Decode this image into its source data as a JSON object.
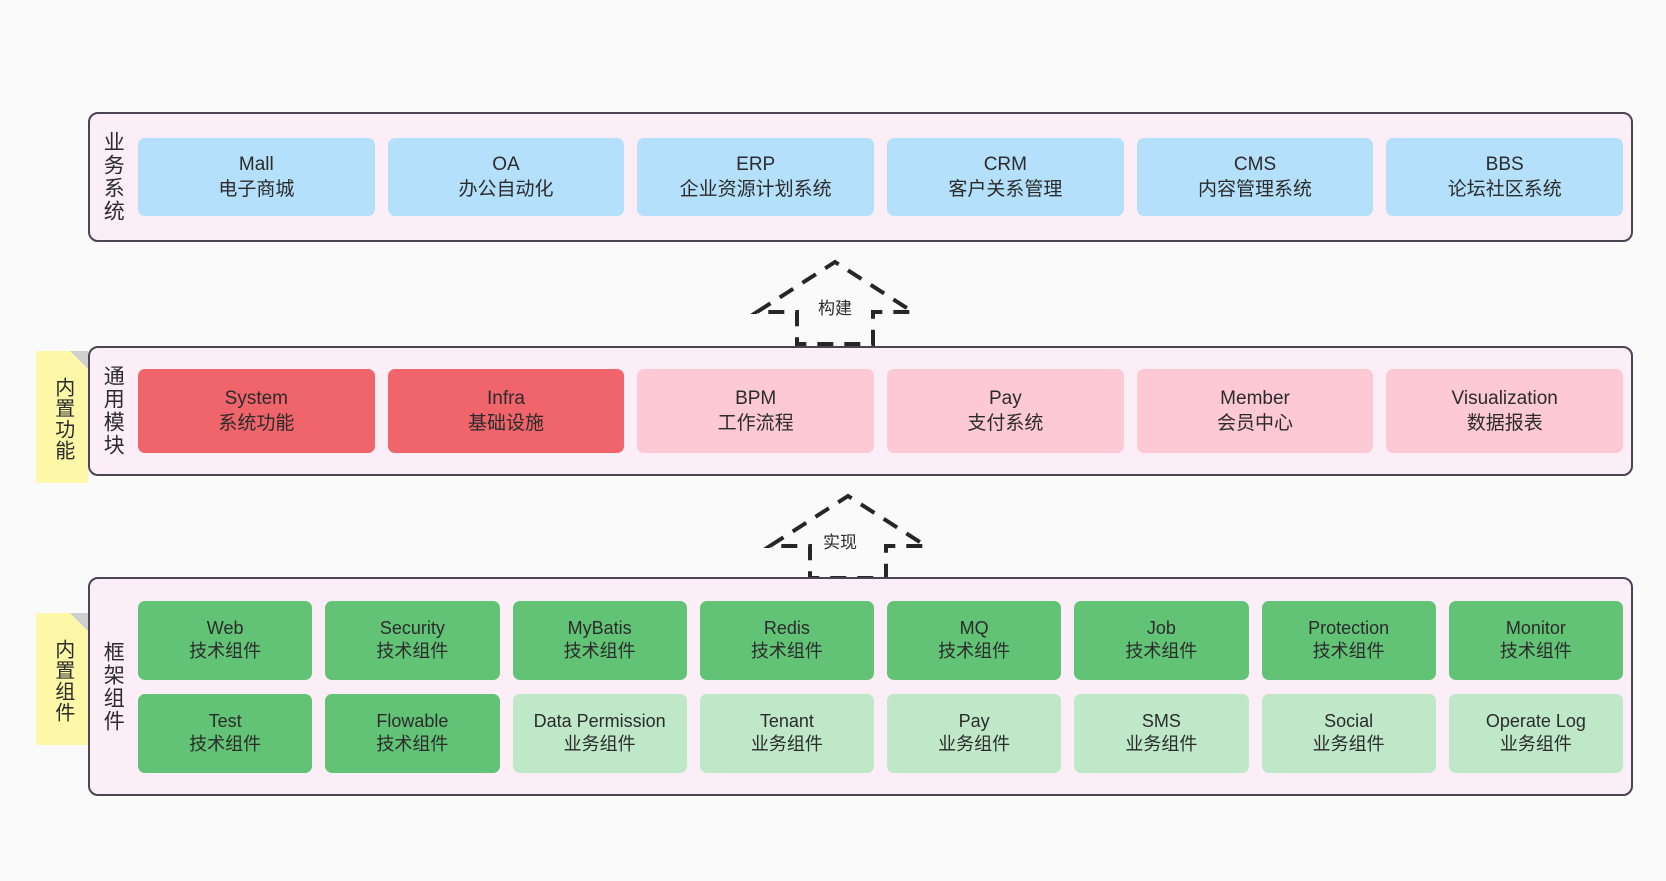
{
  "diagram": {
    "layers": [
      {
        "id": "business",
        "title": "业务系统",
        "rows": [
          [
            {
              "en": "Mall",
              "cn": "电子商城",
              "color": "#b5e0fb"
            },
            {
              "en": "OA",
              "cn": "办公自动化",
              "color": "#b5e0fb"
            },
            {
              "en": "ERP",
              "cn": "企业资源计划系统",
              "color": "#b5e0fb"
            },
            {
              "en": "CRM",
              "cn": "客户关系管理",
              "color": "#b5e0fb"
            },
            {
              "en": "CMS",
              "cn": "内容管理系统",
              "color": "#b5e0fb"
            },
            {
              "en": "BBS",
              "cn": "论坛社区系统",
              "color": "#b5e0fb"
            }
          ]
        ]
      },
      {
        "id": "common",
        "title": "通用模块",
        "rows": [
          [
            {
              "en": "System",
              "cn": "系统功能",
              "color": "#f0646b"
            },
            {
              "en": "Infra",
              "cn": "基础设施",
              "color": "#f0646b"
            },
            {
              "en": "BPM",
              "cn": "工作流程",
              "color": "#fcc9d4"
            },
            {
              "en": "Pay",
              "cn": "支付系统",
              "color": "#fcc9d4"
            },
            {
              "en": "Member",
              "cn": "会员中心",
              "color": "#fcc9d4"
            },
            {
              "en": "Visualization",
              "cn": "数据报表",
              "color": "#fcc9d4"
            }
          ]
        ]
      },
      {
        "id": "frame",
        "title": "框架组件",
        "rows": [
          [
            {
              "en": "Web",
              "cn": "技术组件",
              "color": "#62c376"
            },
            {
              "en": "Security",
              "cn": "技术组件",
              "color": "#62c376"
            },
            {
              "en": "MyBatis",
              "cn": "技术组件",
              "color": "#62c376"
            },
            {
              "en": "Redis",
              "cn": "技术组件",
              "color": "#62c376"
            },
            {
              "en": "MQ",
              "cn": "技术组件",
              "color": "#62c376"
            },
            {
              "en": "Job",
              "cn": "技术组件",
              "color": "#62c376"
            },
            {
              "en": "Protection",
              "cn": "技术组件",
              "color": "#62c376"
            },
            {
              "en": "Monitor",
              "cn": "技术组件",
              "color": "#62c376"
            }
          ],
          [
            {
              "en": "Test",
              "cn": "技术组件",
              "color": "#62c376"
            },
            {
              "en": "Flowable",
              "cn": "技术组件",
              "color": "#62c376"
            },
            {
              "en": "Data Permission",
              "cn": "业务组件",
              "color": "#bfe8c8"
            },
            {
              "en": "Tenant",
              "cn": "业务组件",
              "color": "#bfe8c8"
            },
            {
              "en": "Pay",
              "cn": "业务组件",
              "color": "#bfe8c8"
            },
            {
              "en": "SMS",
              "cn": "业务组件",
              "color": "#bfe8c8"
            },
            {
              "en": "Social",
              "cn": "业务组件",
              "color": "#bfe8c8"
            },
            {
              "en": "Operate Log",
              "cn": "业务组件",
              "color": "#bfe8c8"
            }
          ]
        ]
      }
    ],
    "notes": [
      {
        "id": "features",
        "label": "内置功能"
      },
      {
        "id": "components",
        "label": "内置组件"
      }
    ],
    "arrows": [
      {
        "id": "build",
        "label": "构建"
      },
      {
        "id": "impl",
        "label": "实现"
      }
    ],
    "colors": {
      "panel_bg": "#fbeef6",
      "panel_border": "#4a4453",
      "note_bg": "#fcf8a8",
      "business": "#b5e0fb",
      "module_strong": "#f0646b",
      "module_light": "#fcc9d4",
      "tech_component": "#62c376",
      "biz_component": "#bfe8c8",
      "canvas_bg": "#fafafa"
    }
  }
}
